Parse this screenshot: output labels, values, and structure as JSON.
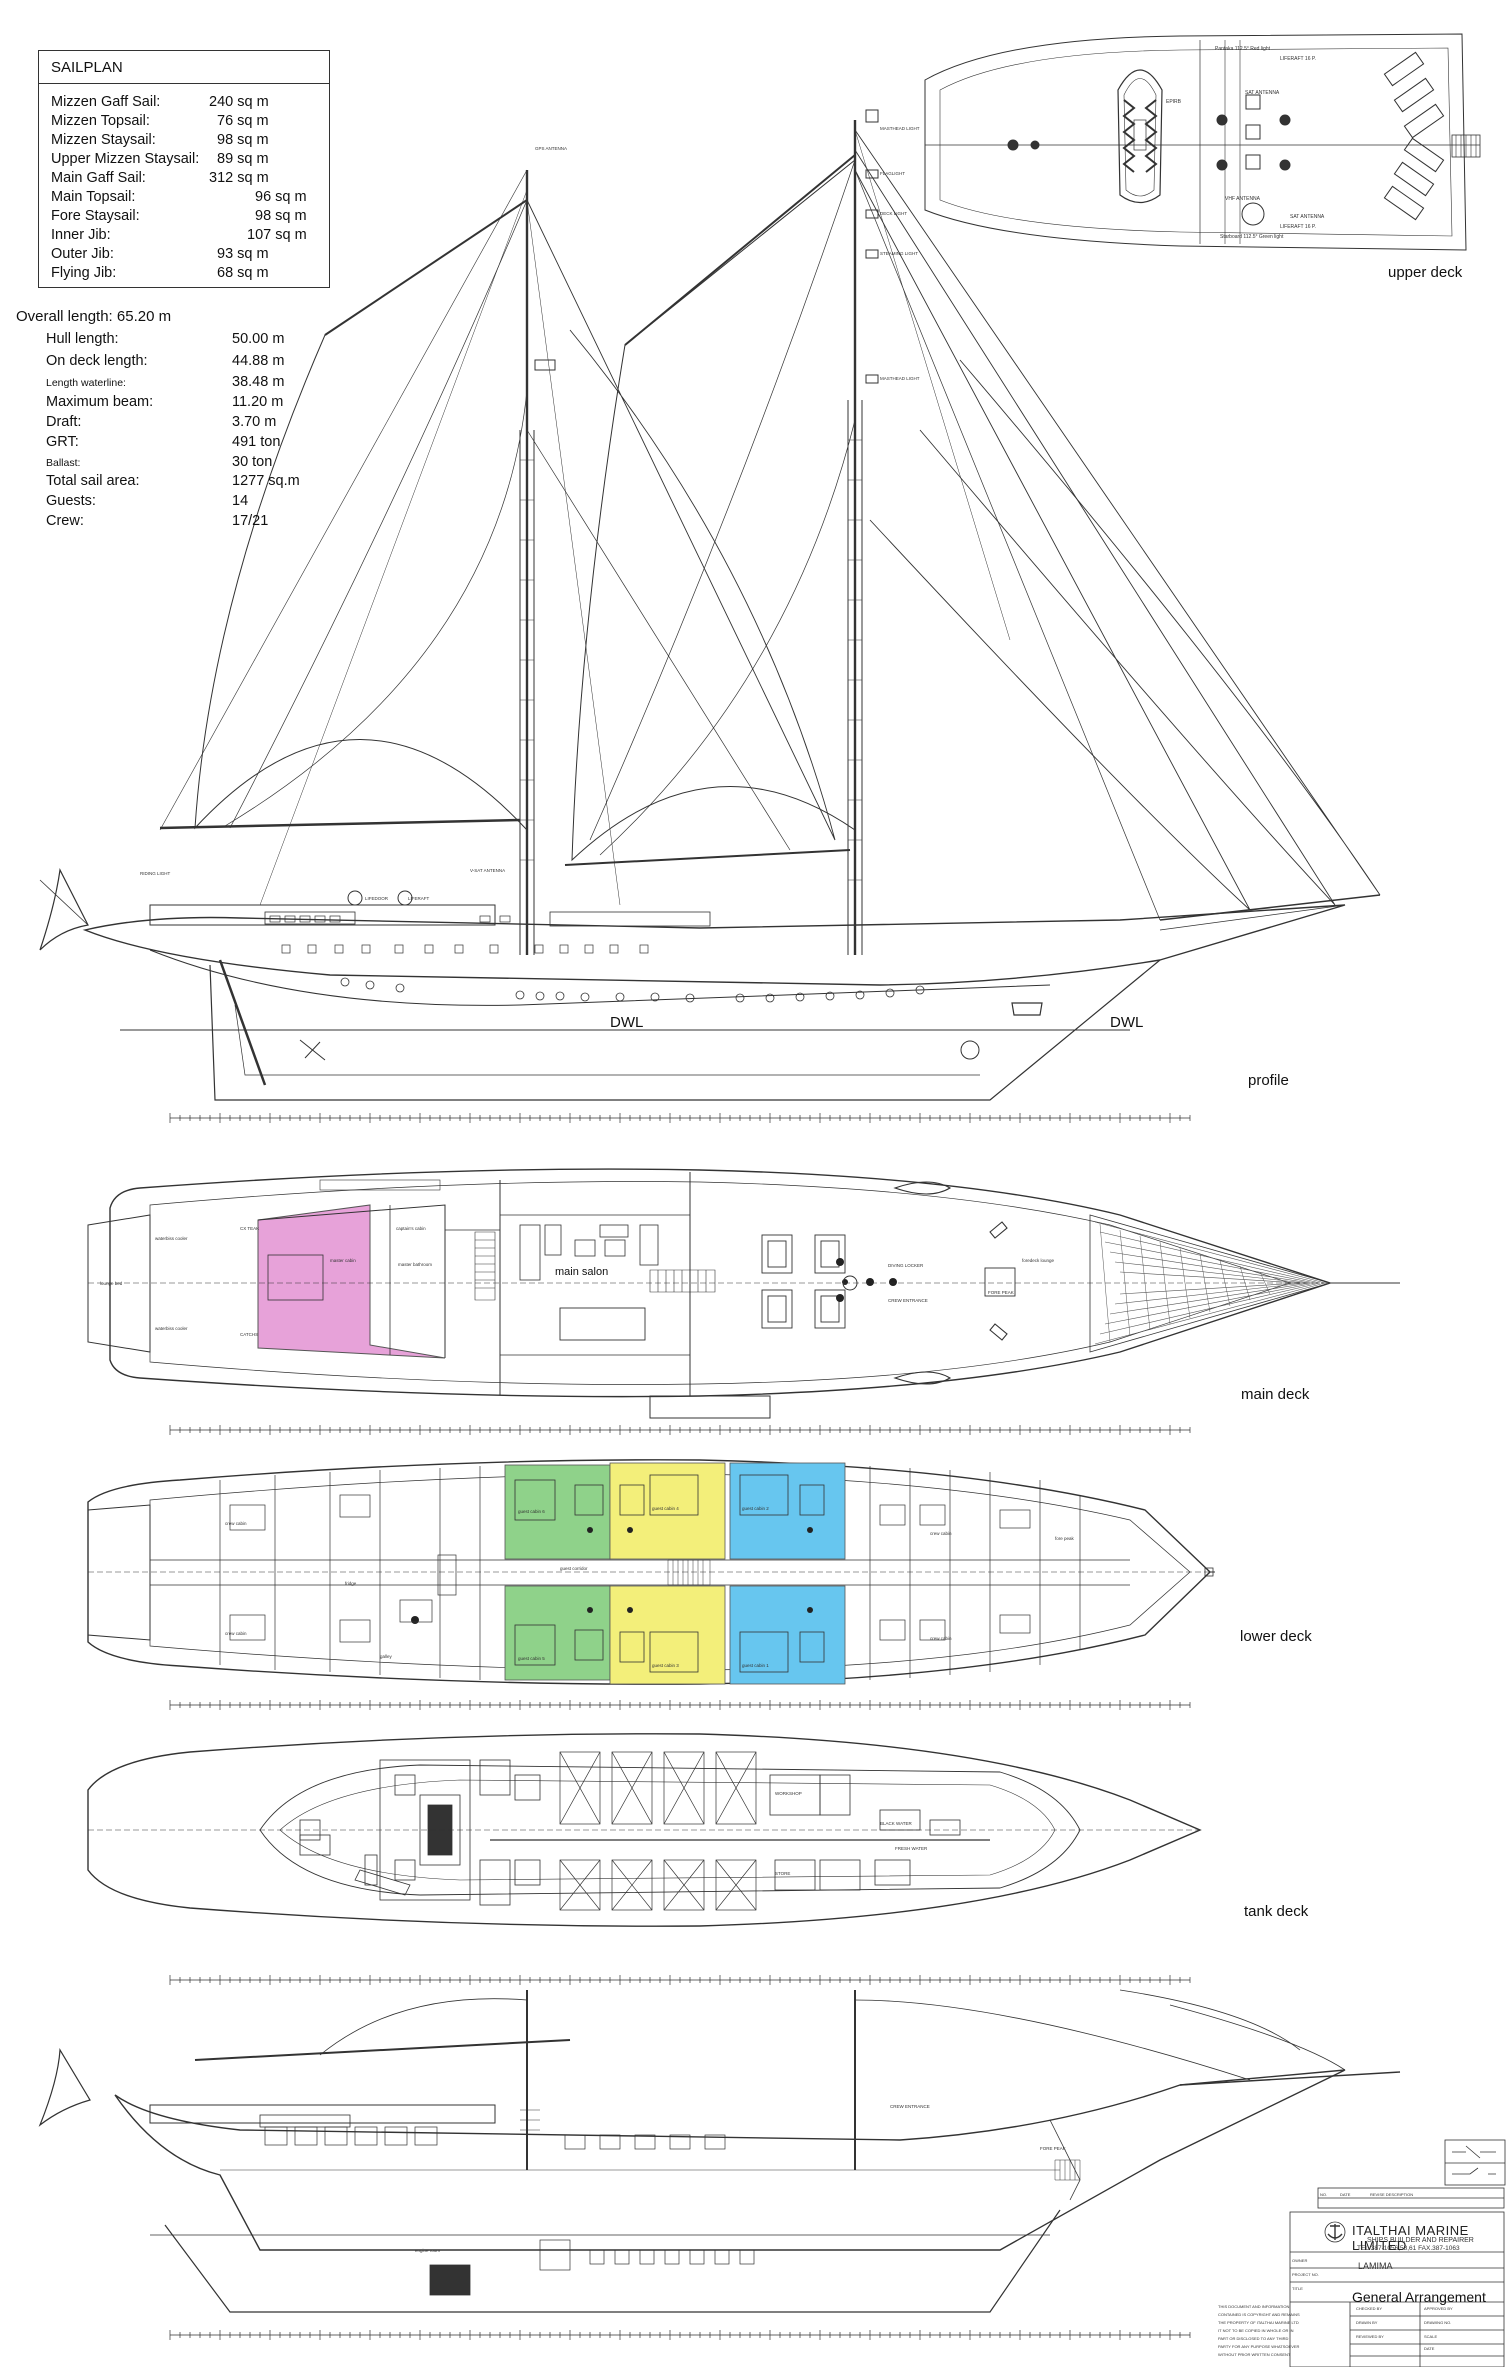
{
  "sailplan": {
    "title": "SAILPLAN",
    "sails": [
      {
        "name": "Mizzen Gaff Sail:",
        "area": "240 sq m"
      },
      {
        "name": "Mizzen Topsail:",
        "area": "76 sq m"
      },
      {
        "name": "Mizzen Staysail:",
        "area": "98 sq m"
      },
      {
        "name": "Upper Mizzen Staysail:",
        "area": "89 sq m"
      },
      {
        "name": "Main Gaff Sail:",
        "area": "312 sq m"
      },
      {
        "name": "Main Topsail:",
        "area": "96 sq m"
      },
      {
        "name": "Fore Staysail:",
        "area": "98 sq m"
      },
      {
        "name": "Inner Jib:",
        "area": "107 sq m"
      },
      {
        "name": "Outer Jib:",
        "area": "93 sq m"
      },
      {
        "name": "Flying Jib:",
        "area": "68 sq m"
      }
    ]
  },
  "specs": {
    "overall": "Overall length: 65.20 m",
    "rows": [
      {
        "label": "Hull length:",
        "value": "50.00 m"
      },
      {
        "label": "On deck length:",
        "value": "44.88 m"
      },
      {
        "label": "Length waterline:",
        "value": "38.48 m"
      },
      {
        "label": "Maximum beam:",
        "value": "11.20 m"
      },
      {
        "label": "Draft:",
        "value": "3.70 m"
      },
      {
        "label": "GRT:",
        "value": "491 ton"
      },
      {
        "label": "Ballast:",
        "value": "30 ton"
      },
      {
        "label": "Total sail area:",
        "value": "1277 sq.m"
      },
      {
        "label": "Guests:",
        "value": "14"
      },
      {
        "label": "Crew:",
        "value": "17/21"
      }
    ]
  },
  "views": {
    "upper_deck": "upper deck",
    "profile": "profile",
    "main_deck": "main deck",
    "lower_deck": "lower deck",
    "tank_deck": "tank deck"
  },
  "profile_marks": {
    "dwl_left": "DWL",
    "dwl_right": "DWL"
  },
  "main_deck_labels": {
    "main_salon": "main salon"
  },
  "title_block": {
    "company": "ITALTHAI MARINE LIMITED",
    "sub1": "SHIPS BUILDER AND REPAIRER",
    "sub2": "TEL.387-1056,58,61 FAX.387-1063",
    "project": "LAMIMA",
    "drawing_title": "General Arrangement"
  },
  "colors": {
    "line": "#333333",
    "master_cabin": "#e7a2d9",
    "guest_green": "#8fd28a",
    "guest_yellow": "#f3ef7a",
    "guest_blue": "#67c6ef",
    "net": "#555555"
  }
}
